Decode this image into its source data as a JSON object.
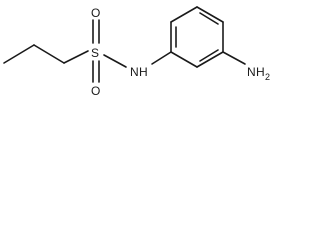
{
  "molecule": {
    "atoms": {
      "sulfur": "S",
      "oxygen_top": "O",
      "oxygen_bottom": "O",
      "nitrogen": "N",
      "nitrogen_hydrogen": "H",
      "amine_nitrogen": "N",
      "amine_hydrogen": "H",
      "amine_hydrogen_count": "2"
    }
  },
  "colors": {
    "bond": "#1a1a1a",
    "background": "#ffffff"
  }
}
